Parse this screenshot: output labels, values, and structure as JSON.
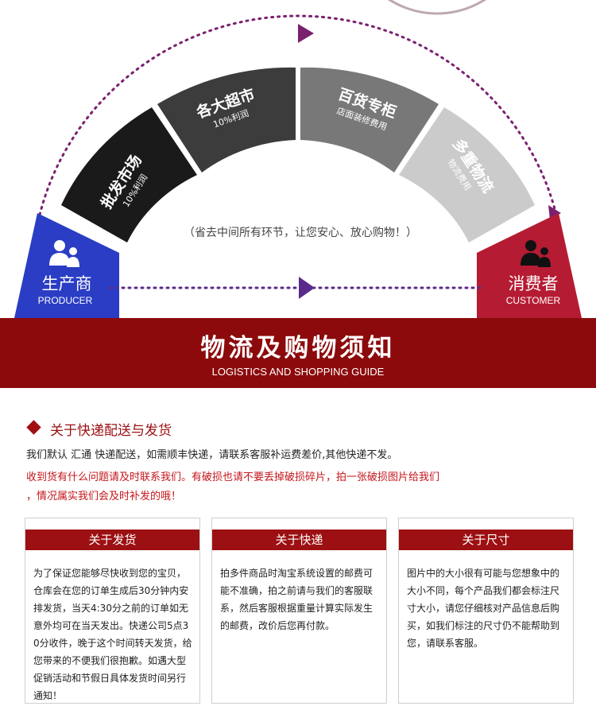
{
  "diagram": {
    "producer": {
      "label": "生产商",
      "sub": "PRODUCER",
      "color": "#2a3dc4"
    },
    "consumer": {
      "label": "消费者",
      "sub": "CUSTOMER",
      "color": "#b51c33"
    },
    "segments": [
      {
        "title": "批发市场",
        "sub": "10%利润",
        "color": "#1a1a1a"
      },
      {
        "title": "各大超市",
        "sub": "10%利润",
        "color": "#3c3c3c"
      },
      {
        "title": "百货专柜",
        "sub": "店面装修费用",
        "color": "#787878"
      },
      {
        "title": "多重物流",
        "sub": "物流费用",
        "color": "#cbcbcb"
      }
    ],
    "tagline": "（省去中间所有环节，让您安心、放心购物！）",
    "arrow_color": "#7a2070"
  },
  "banner": {
    "title": "物流及购物须知",
    "subtitle": "LOGISTICS AND SHOPPING GUIDE"
  },
  "section": {
    "title": "关于快递配送与发货",
    "line1": "我们默认        汇通        快递配送，如需顺丰快递，请联系客服补运费差价,其他快递不发。",
    "line2": "收到货有什么问题请及时联系我们。有破损也请不要丢掉破损碎片，拍一张破损图片给我们",
    "line3": "，情况属实我们会及时补发的哦！"
  },
  "cards": [
    {
      "title": "关于发货",
      "body": "为了保证您能够尽快收到您的宝贝，仓库会在您的订单生成后30分钟内安排发货，当天4:30分之前的订单如无意外均可在当天发出。快递公司5点30分收件，晚于这个时间转天发货，给您带来的不便我们很抱歉。如遇大型促销活动和节假日具体发货时间另行通知！"
    },
    {
      "title": "关于快递",
      "body": "拍多件商品时淘宝系统设置的邮费可能不准确，拍之前请与我们的客服联系，然后客服根据重量计算实际发生的邮费，改价后您再付款。"
    },
    {
      "title": "关于尺寸",
      "body": "图片中的大小很有可能与您想象中的大小不同，每个产品我们都会标注尺寸大小，请您仔细核对产品信息后购买，如我们标注的尺寸仍不能帮助到您，请联系客服。"
    }
  ]
}
